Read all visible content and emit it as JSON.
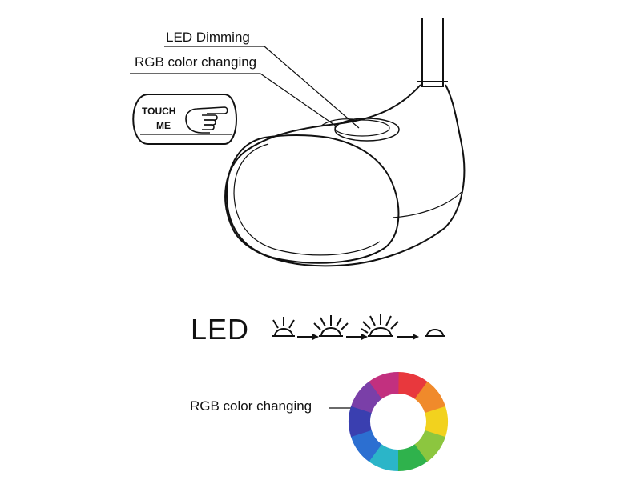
{
  "labels": {
    "led_dimming": "LED Dimming",
    "rgb_top": "RGB color changing",
    "touch_line1": "TOUCH",
    "touch_line2": "ME",
    "led": "LED",
    "rgb_bottom": "RGB color changing"
  },
  "icons": {
    "touch": "pointing-hand-icon",
    "led_steps": [
      "lamp-low-icon",
      "lamp-medium-icon",
      "lamp-high-icon",
      "lamp-off-icon"
    ],
    "color_wheel": "color-wheel-icon"
  },
  "colors": {
    "line": "#111111",
    "wheel": [
      "#e8383d",
      "#f08a2b",
      "#f2d21e",
      "#8cc63f",
      "#2fb24c",
      "#2bb5c8",
      "#2c6fd1",
      "#3a3fb0",
      "#7a3fa8",
      "#c2307f"
    ]
  }
}
